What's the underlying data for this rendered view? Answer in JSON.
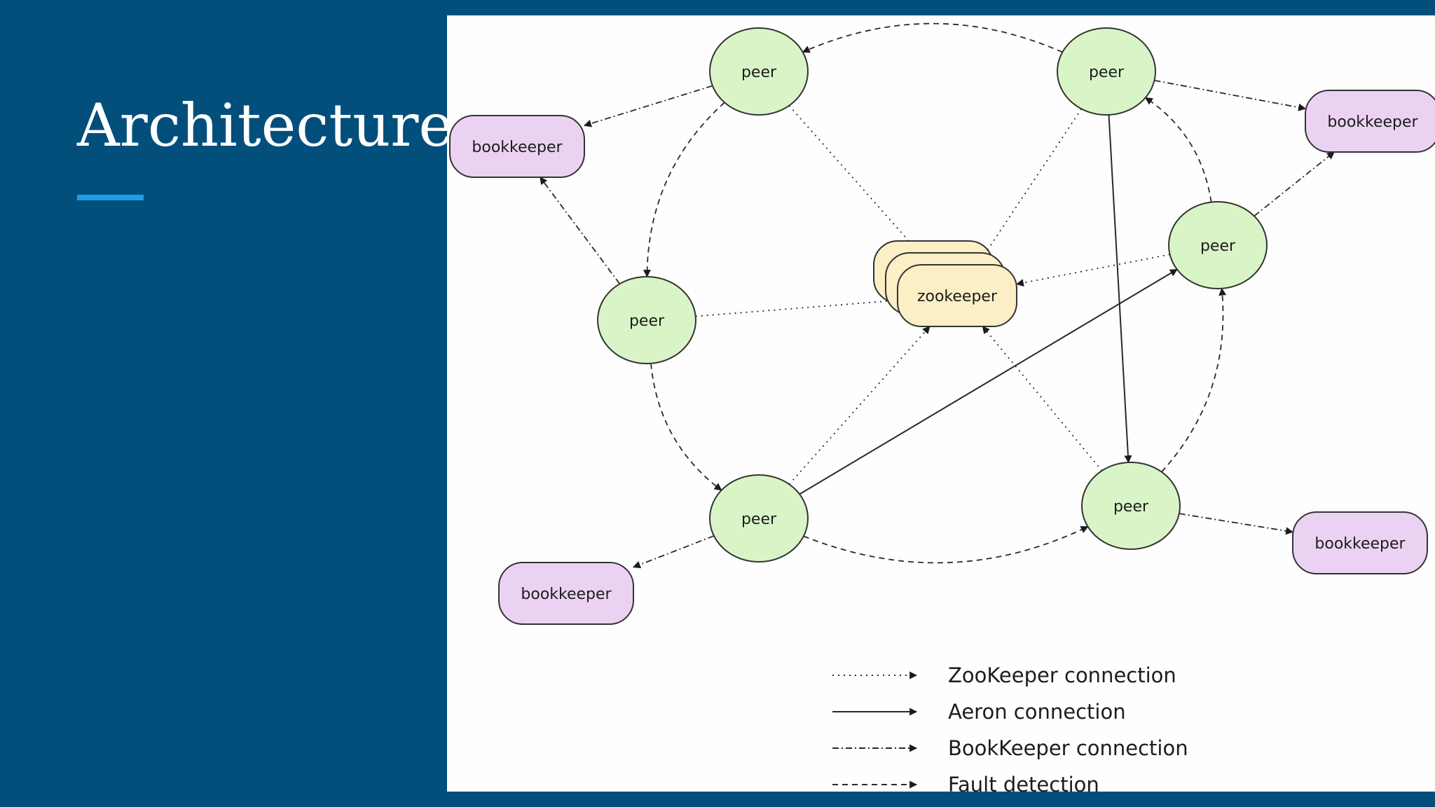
{
  "slide": {
    "title": "Architecture",
    "colors": {
      "background": "#034f7c",
      "accent": "#1e9ee8",
      "peer_fill": "#d9f5c7",
      "bookkeeper_fill": "#ebd2f2",
      "zookeeper_fill": "#fcefc6"
    }
  },
  "diagram": {
    "nodes": [
      {
        "id": "peer_tl",
        "type": "peer",
        "label": "peer"
      },
      {
        "id": "peer_tr",
        "type": "peer",
        "label": "peer"
      },
      {
        "id": "peer_l",
        "type": "peer",
        "label": "peer"
      },
      {
        "id": "peer_r",
        "type": "peer",
        "label": "peer"
      },
      {
        "id": "peer_bl",
        "type": "peer",
        "label": "peer"
      },
      {
        "id": "peer_br",
        "type": "peer",
        "label": "peer"
      },
      {
        "id": "bk_tl",
        "type": "bookkeeper",
        "label": "bookkeeper"
      },
      {
        "id": "bk_tr",
        "type": "bookkeeper",
        "label": "bookkeeper"
      },
      {
        "id": "bk_bl",
        "type": "bookkeeper",
        "label": "bookkeeper"
      },
      {
        "id": "bk_br",
        "type": "bookkeeper",
        "label": "bookkeeper"
      },
      {
        "id": "zk",
        "type": "zookeeper",
        "label": "zookeeper"
      }
    ],
    "edges": [
      {
        "from": "peer_tl",
        "to": "zk",
        "kind": "zookeeper"
      },
      {
        "from": "peer_tr",
        "to": "zk",
        "kind": "zookeeper"
      },
      {
        "from": "peer_l",
        "to": "zk",
        "kind": "zookeeper"
      },
      {
        "from": "peer_r",
        "to": "zk",
        "kind": "zookeeper"
      },
      {
        "from": "peer_bl",
        "to": "zk",
        "kind": "zookeeper"
      },
      {
        "from": "peer_br",
        "to": "zk",
        "kind": "zookeeper"
      },
      {
        "from": "peer_tr",
        "to": "peer_br",
        "kind": "aeron"
      },
      {
        "from": "peer_bl",
        "to": "peer_r",
        "kind": "aeron"
      },
      {
        "from": "peer_tl",
        "to": "bk_tl",
        "kind": "bookkeeper"
      },
      {
        "from": "peer_l",
        "to": "bk_tl",
        "kind": "bookkeeper"
      },
      {
        "from": "peer_tr",
        "to": "bk_tr",
        "kind": "bookkeeper"
      },
      {
        "from": "peer_r",
        "to": "bk_tr",
        "kind": "bookkeeper"
      },
      {
        "from": "peer_bl",
        "to": "bk_bl",
        "kind": "bookkeeper"
      },
      {
        "from": "peer_br",
        "to": "bk_br",
        "kind": "bookkeeper"
      },
      {
        "from": "peer_tr",
        "to": "peer_tl",
        "kind": "fault"
      },
      {
        "from": "peer_tl",
        "to": "peer_l",
        "kind": "fault"
      },
      {
        "from": "peer_l",
        "to": "peer_bl",
        "kind": "fault"
      },
      {
        "from": "peer_bl",
        "to": "peer_br",
        "kind": "fault"
      },
      {
        "from": "peer_br",
        "to": "peer_r",
        "kind": "fault"
      },
      {
        "from": "peer_r",
        "to": "peer_tr",
        "kind": "fault"
      }
    ],
    "legend": [
      {
        "kind": "zookeeper",
        "label": "ZooKeeper connection"
      },
      {
        "kind": "aeron",
        "label": "Aeron connection"
      },
      {
        "kind": "bookkeeper",
        "label": "BookKeeper connection"
      },
      {
        "kind": "fault",
        "label": "Fault detection"
      }
    ]
  }
}
